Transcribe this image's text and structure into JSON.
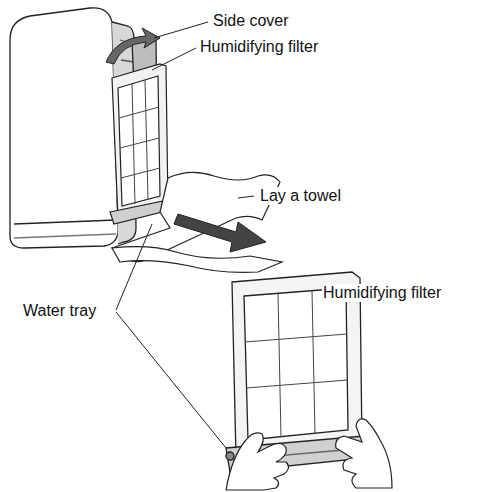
{
  "diagram": {
    "labels": [
      "Side cover",
      "Humidifying filter",
      "Lay a towel",
      "Water tray",
      "Humidifying filter"
    ]
  }
}
